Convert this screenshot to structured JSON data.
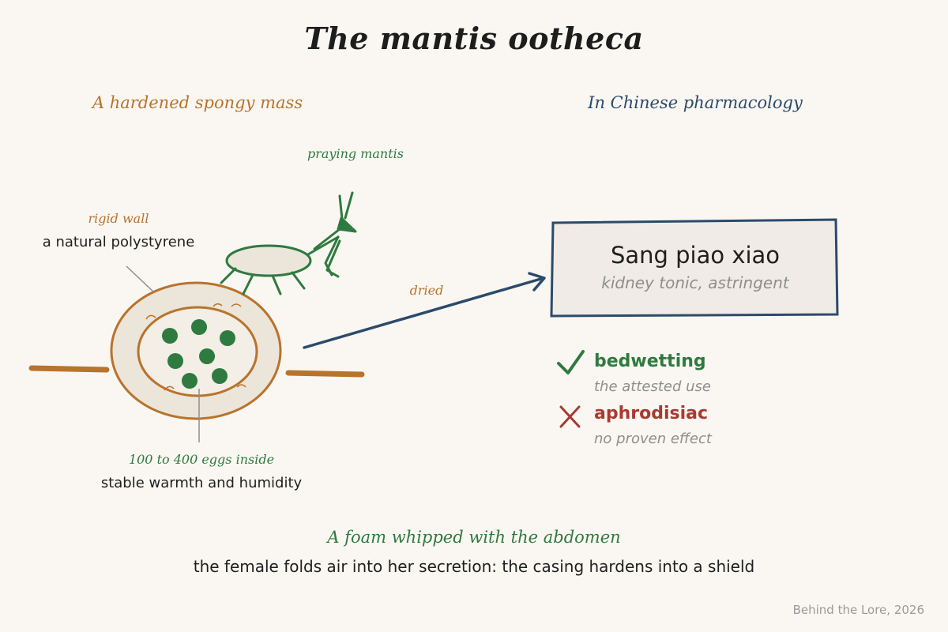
{
  "title": "The mantis ootheca",
  "left_heading": "A hardened spongy mass",
  "right_heading": "In Chinese pharmacology",
  "mantis_label": "praying mantis",
  "wall": {
    "label": "rigid wall",
    "description": "a natural polystyrene"
  },
  "eggs": {
    "label": "100 to 400 eggs inside",
    "description": "stable warmth and humidity"
  },
  "arrow_label": "dried",
  "remedy": {
    "name": "Sang piao xiao",
    "description": "kidney tonic, astringent"
  },
  "uses": [
    {
      "label": "bedwetting",
      "note": "the attested use",
      "icon": "check-icon"
    },
    {
      "label": "aphrodisiac",
      "note": "no proven effect",
      "icon": "cross-icon"
    }
  ],
  "footer": {
    "heading": "A foam whipped with the abdomen",
    "text": "the female folds air into her secretion: the casing hardens into a shield"
  },
  "credit": "Behind the Lore, 2026",
  "colors": {
    "background": "#faf7f2",
    "amber": "#b8732c",
    "green": "#2f7a3f",
    "navy": "#2c4a6b",
    "red": "#a83a32",
    "muted": "#8e8e8e"
  }
}
